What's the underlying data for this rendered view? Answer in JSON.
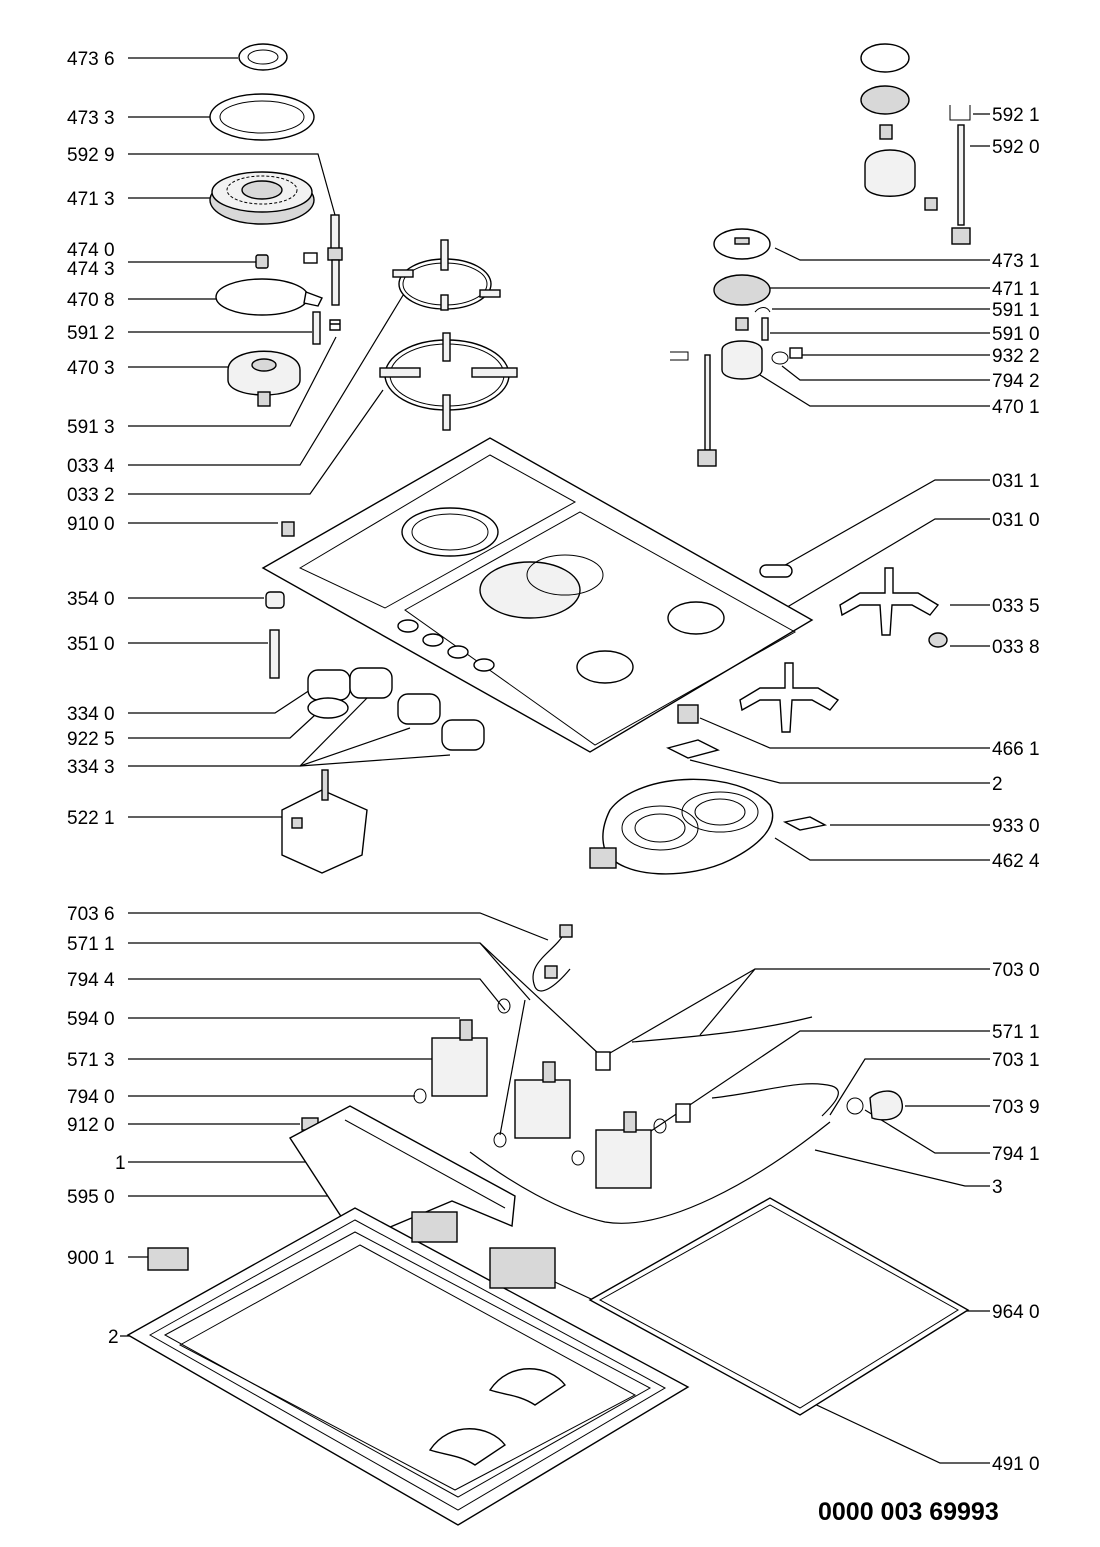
{
  "labels": {
    "l_4736": "473 6",
    "l_4733": "473 3",
    "l_5929": "592 9",
    "l_4713": "471 3",
    "l_4740": "474 0",
    "l_4743": "474 3",
    "l_4708": "470 8",
    "l_5912": "591 2",
    "l_4703": "470 3",
    "l_5913": "591 3",
    "l_0334": "033 4",
    "l_0332": "033 2",
    "l_9100": "910 0",
    "l_3540": "354 0",
    "l_3510": "351 0",
    "l_3340": "334 0",
    "l_9225": "922 5",
    "l_3343": "334 3",
    "l_5221": "522 1",
    "l_7036": "703 6",
    "l_5711a": "571 1",
    "l_7944": "794 4",
    "l_5940": "594 0",
    "l_5713": "571 3",
    "l_7940": "794 0",
    "l_9120": "912 0",
    "l_1": "1",
    "l_5950": "595 0",
    "l_9001": "900 1",
    "l_2a": "2",
    "r_5921": "592 1",
    "r_5920": "592 0",
    "r_4731": "473 1",
    "r_4711": "471 1",
    "r_5911": "591 1",
    "r_5910": "591 0",
    "r_9322": "932 2",
    "r_7942": "794 2",
    "r_4701": "470 1",
    "r_0311": "031 1",
    "r_0310": "031 0",
    "r_0335": "033 5",
    "r_0338": "033 8",
    "r_4661": "466 1",
    "r_2": "2",
    "r_9330": "933 0",
    "r_4624": "462 4",
    "r_7030": "703 0",
    "r_5711b": "571 1",
    "r_7031": "703 1",
    "r_7039": "703 9",
    "r_7941": "794 1",
    "r_3": "3",
    "r_9640": "964 0",
    "r_4910": "491 0"
  },
  "document_number": "0000 003 69993"
}
